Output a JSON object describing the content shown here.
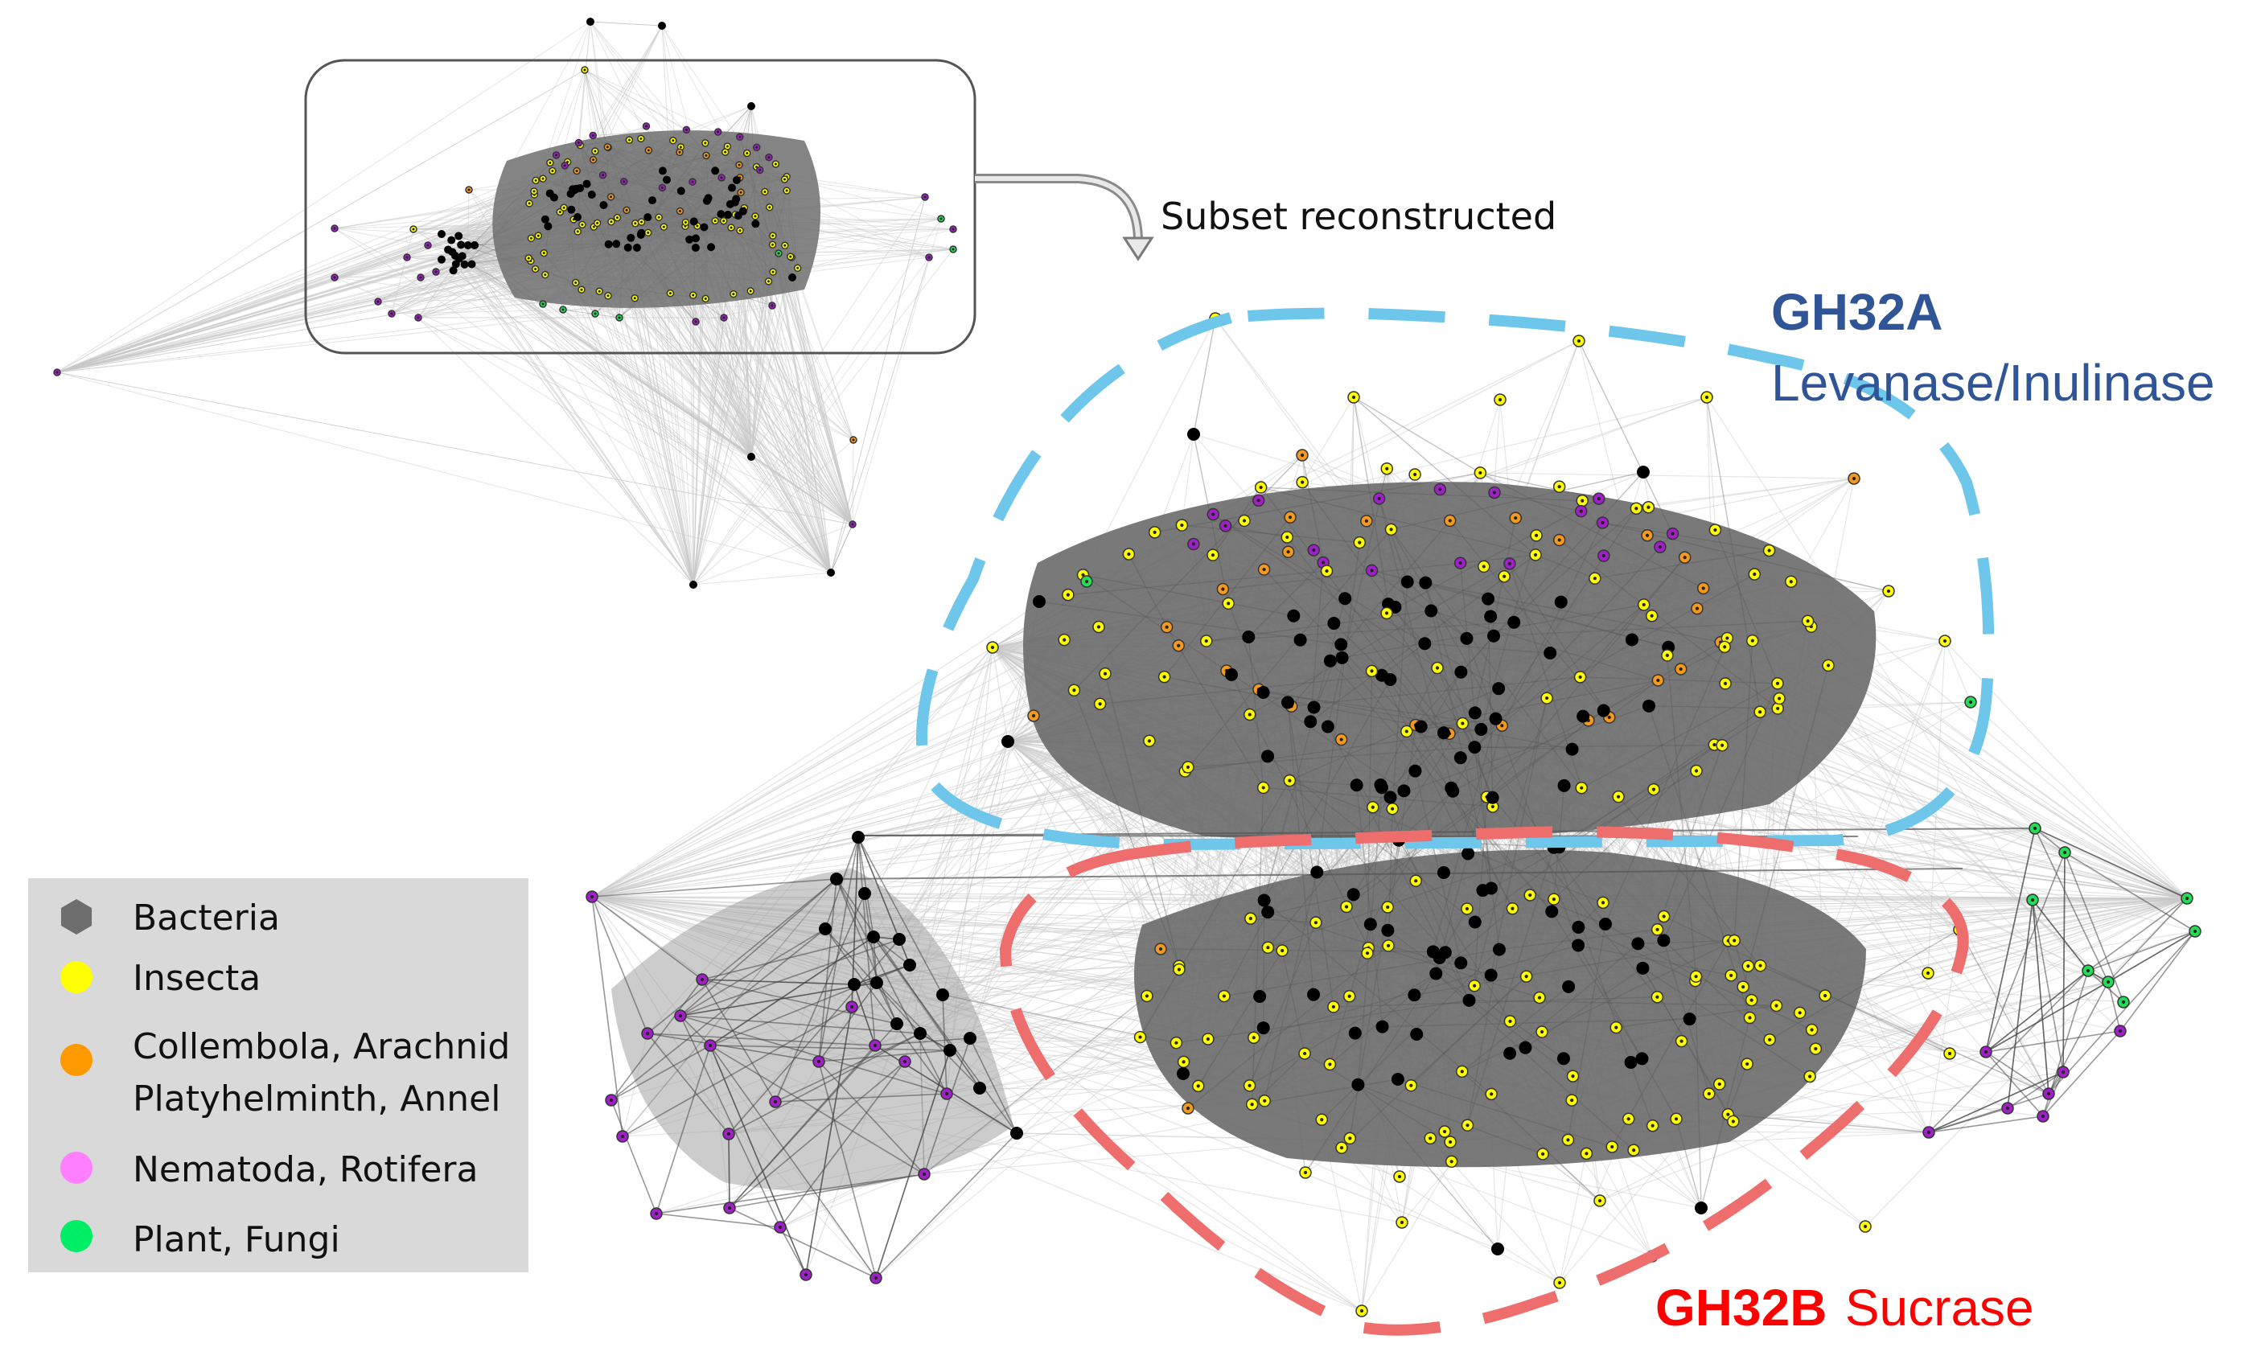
{
  "annotation": {
    "subset_label": "Subset reconstructed"
  },
  "groups": {
    "gh32a": {
      "code": "GH32A",
      "name": "Levanase/Inulinase",
      "text_color": "#2F5597",
      "outline_color": "#6EC6EA"
    },
    "gh32b": {
      "code": "GH32B",
      "name": "Sucrase",
      "text_color": "#FF0000",
      "outline_color": "#EE6E6E"
    }
  },
  "legend": {
    "items": [
      {
        "lines": [
          "Bacteria"
        ],
        "color": "#6e6e6e",
        "marker": "hexagon"
      },
      {
        "lines": [
          "Insecta"
        ],
        "color": "#FFFF00",
        "marker": "circle"
      },
      {
        "lines": [
          "Collembola, Arachnid",
          "Platyhelminth, Annel"
        ],
        "color": "#FF9900",
        "marker": "circle"
      },
      {
        "lines": [
          "Nematoda, Rotifera"
        ],
        "color": "#FF80FF",
        "marker": "circle"
      },
      {
        "lines": [
          "Plant, Fungi"
        ],
        "color": "#00EE66",
        "marker": "circle"
      }
    ]
  },
  "colors": {
    "bacteria_node": "#000000",
    "insecta_node": "#FFFF00",
    "collembola_node": "#F39A1E",
    "nematoda_node": "#A020C8",
    "plant_node": "#22DD55",
    "edge_light": "#c8c8c8",
    "edge_dark": "#555555"
  }
}
